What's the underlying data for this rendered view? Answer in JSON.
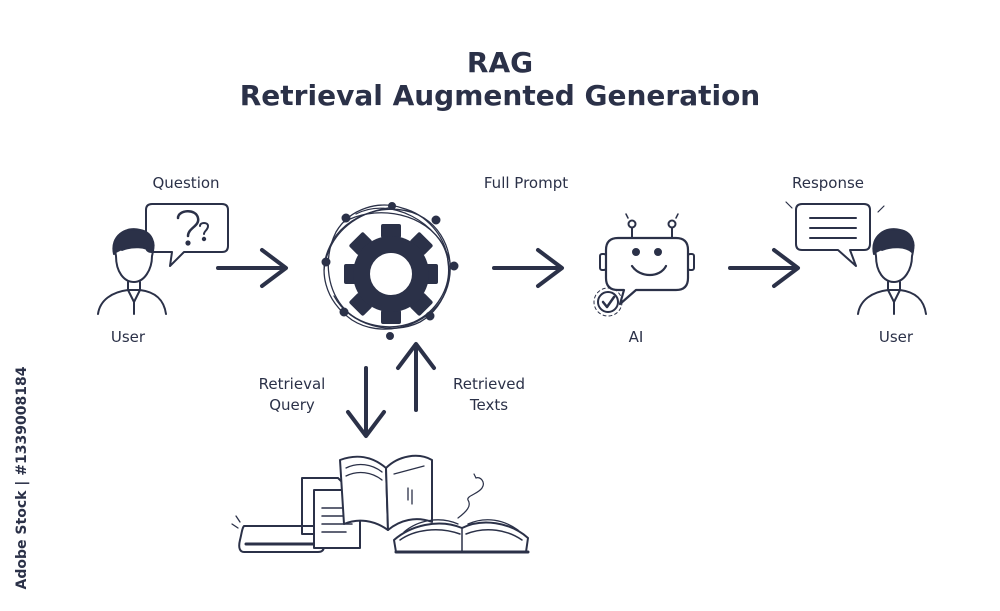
{
  "title": {
    "line1": "RAG",
    "line2": "Retrieval Augmented Generation"
  },
  "labels": {
    "question": "Question",
    "user_left": "User",
    "full_prompt": "Full Prompt",
    "ai": "AI",
    "response": "Response",
    "user_right": "User",
    "retrieval_query_1": "Retrieval",
    "retrieval_query_2": "Query",
    "retrieved_texts_1": "Retrieved",
    "retrieved_texts_2": "Texts"
  },
  "watermark": "Adobe Stock | #1339008184",
  "colors": {
    "ink": "#2b3148",
    "background": "#ffffff"
  }
}
